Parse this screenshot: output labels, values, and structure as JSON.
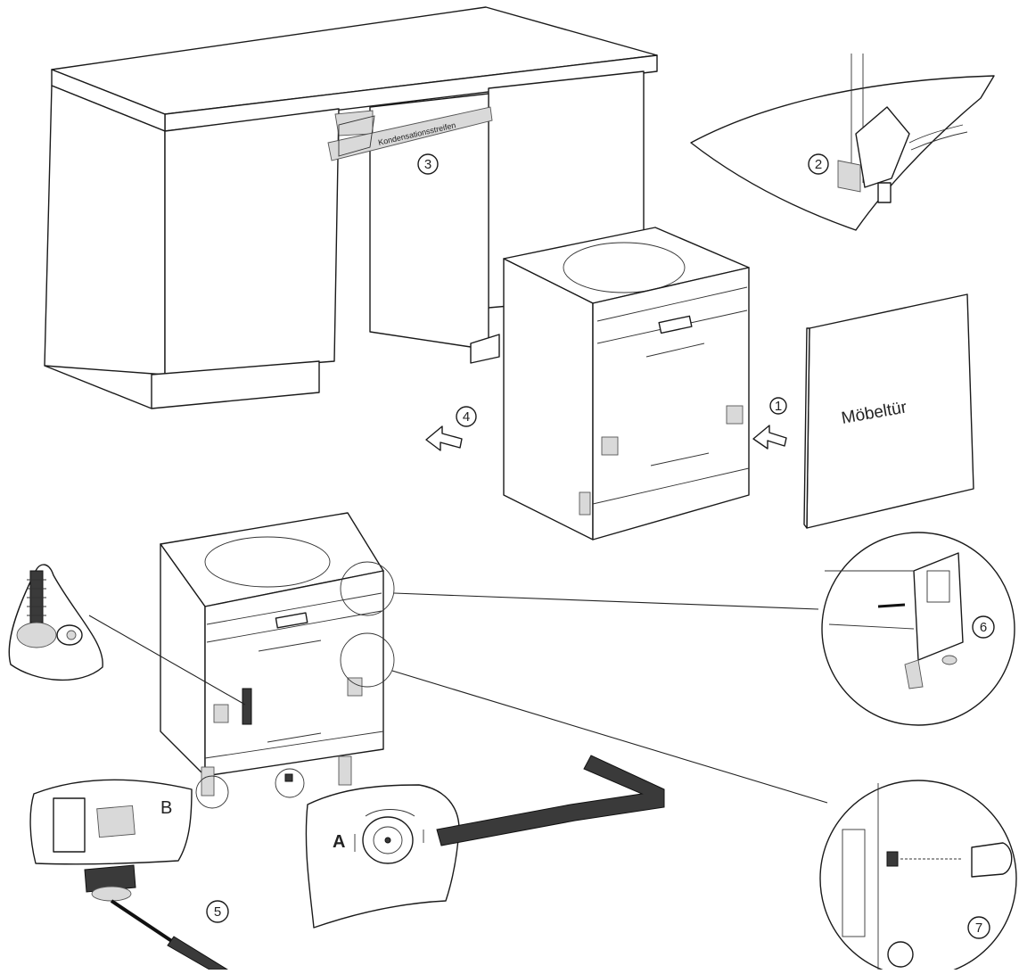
{
  "labels": {
    "condensation_strip": "Kondensationsstreifen",
    "furniture_door": "Möbeltür",
    "detail_a": "A",
    "detail_b": "B"
  },
  "steps": {
    "s1": "1",
    "s2": "2",
    "s3": "3",
    "s4": "4",
    "s5": "5",
    "s6": "6",
    "s7": "7"
  }
}
